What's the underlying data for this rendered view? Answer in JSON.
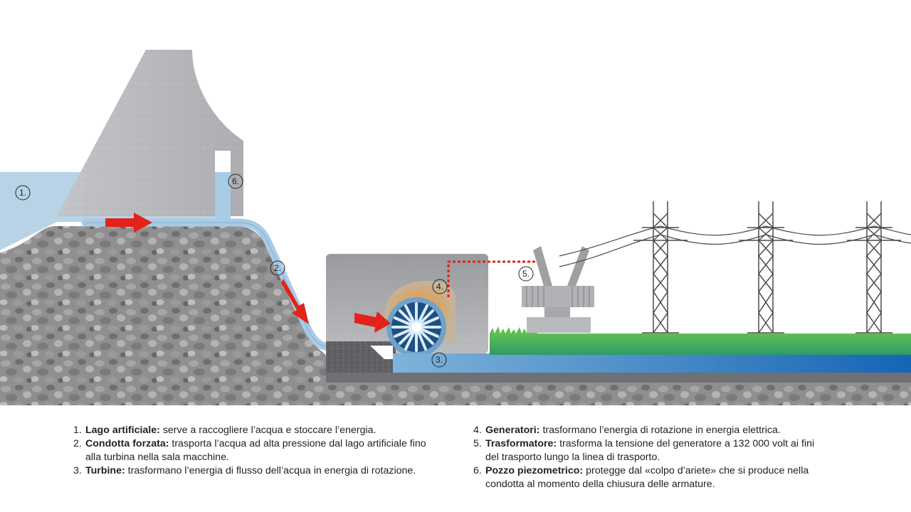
{
  "markers": {
    "lake": "1.",
    "penstock": "2.",
    "turbine": "3.",
    "generator": "4.",
    "transformer": "5.",
    "surge_shaft": "6."
  },
  "legend": {
    "left": [
      {
        "num": "1.",
        "term": "Lago artificiale:",
        "desc": "serve a raccogliere l’acqua e stoccare l’energia."
      },
      {
        "num": "2.",
        "term": "Condotta forzata:",
        "desc": "trasporta l’acqua ad alta pressione dal lago artificiale fino alla turbina nella sala macchine."
      },
      {
        "num": "3.",
        "term": "Turbine:",
        "desc": "trasformano l’energia di flusso dell’acqua in energia di rotazione."
      }
    ],
    "right": [
      {
        "num": "4.",
        "term": "Generatori:",
        "desc": "trasformano l’energia di rotazione in energia elettrica."
      },
      {
        "num": "5.",
        "term": "Trasformatore:",
        "desc": "trasforma la tensione del generatore a 132 000 volt ai fini del trasporto lungo la linea di trasporto."
      },
      {
        "num": "6.",
        "term": "Pozzo piezometrico:",
        "desc": "protegge dal «colpo d’ariete» che si produce nella condotta al momento della chiusura delle armature."
      }
    ]
  },
  "colors": {
    "water": "#b9d3e6",
    "pipe": "#a8cbe6",
    "arrow": "#e32219",
    "grass": "#4caf50",
    "river": "#1e7fc6",
    "concrete": "#b4b6b9",
    "rock": "#8d8d8d"
  }
}
